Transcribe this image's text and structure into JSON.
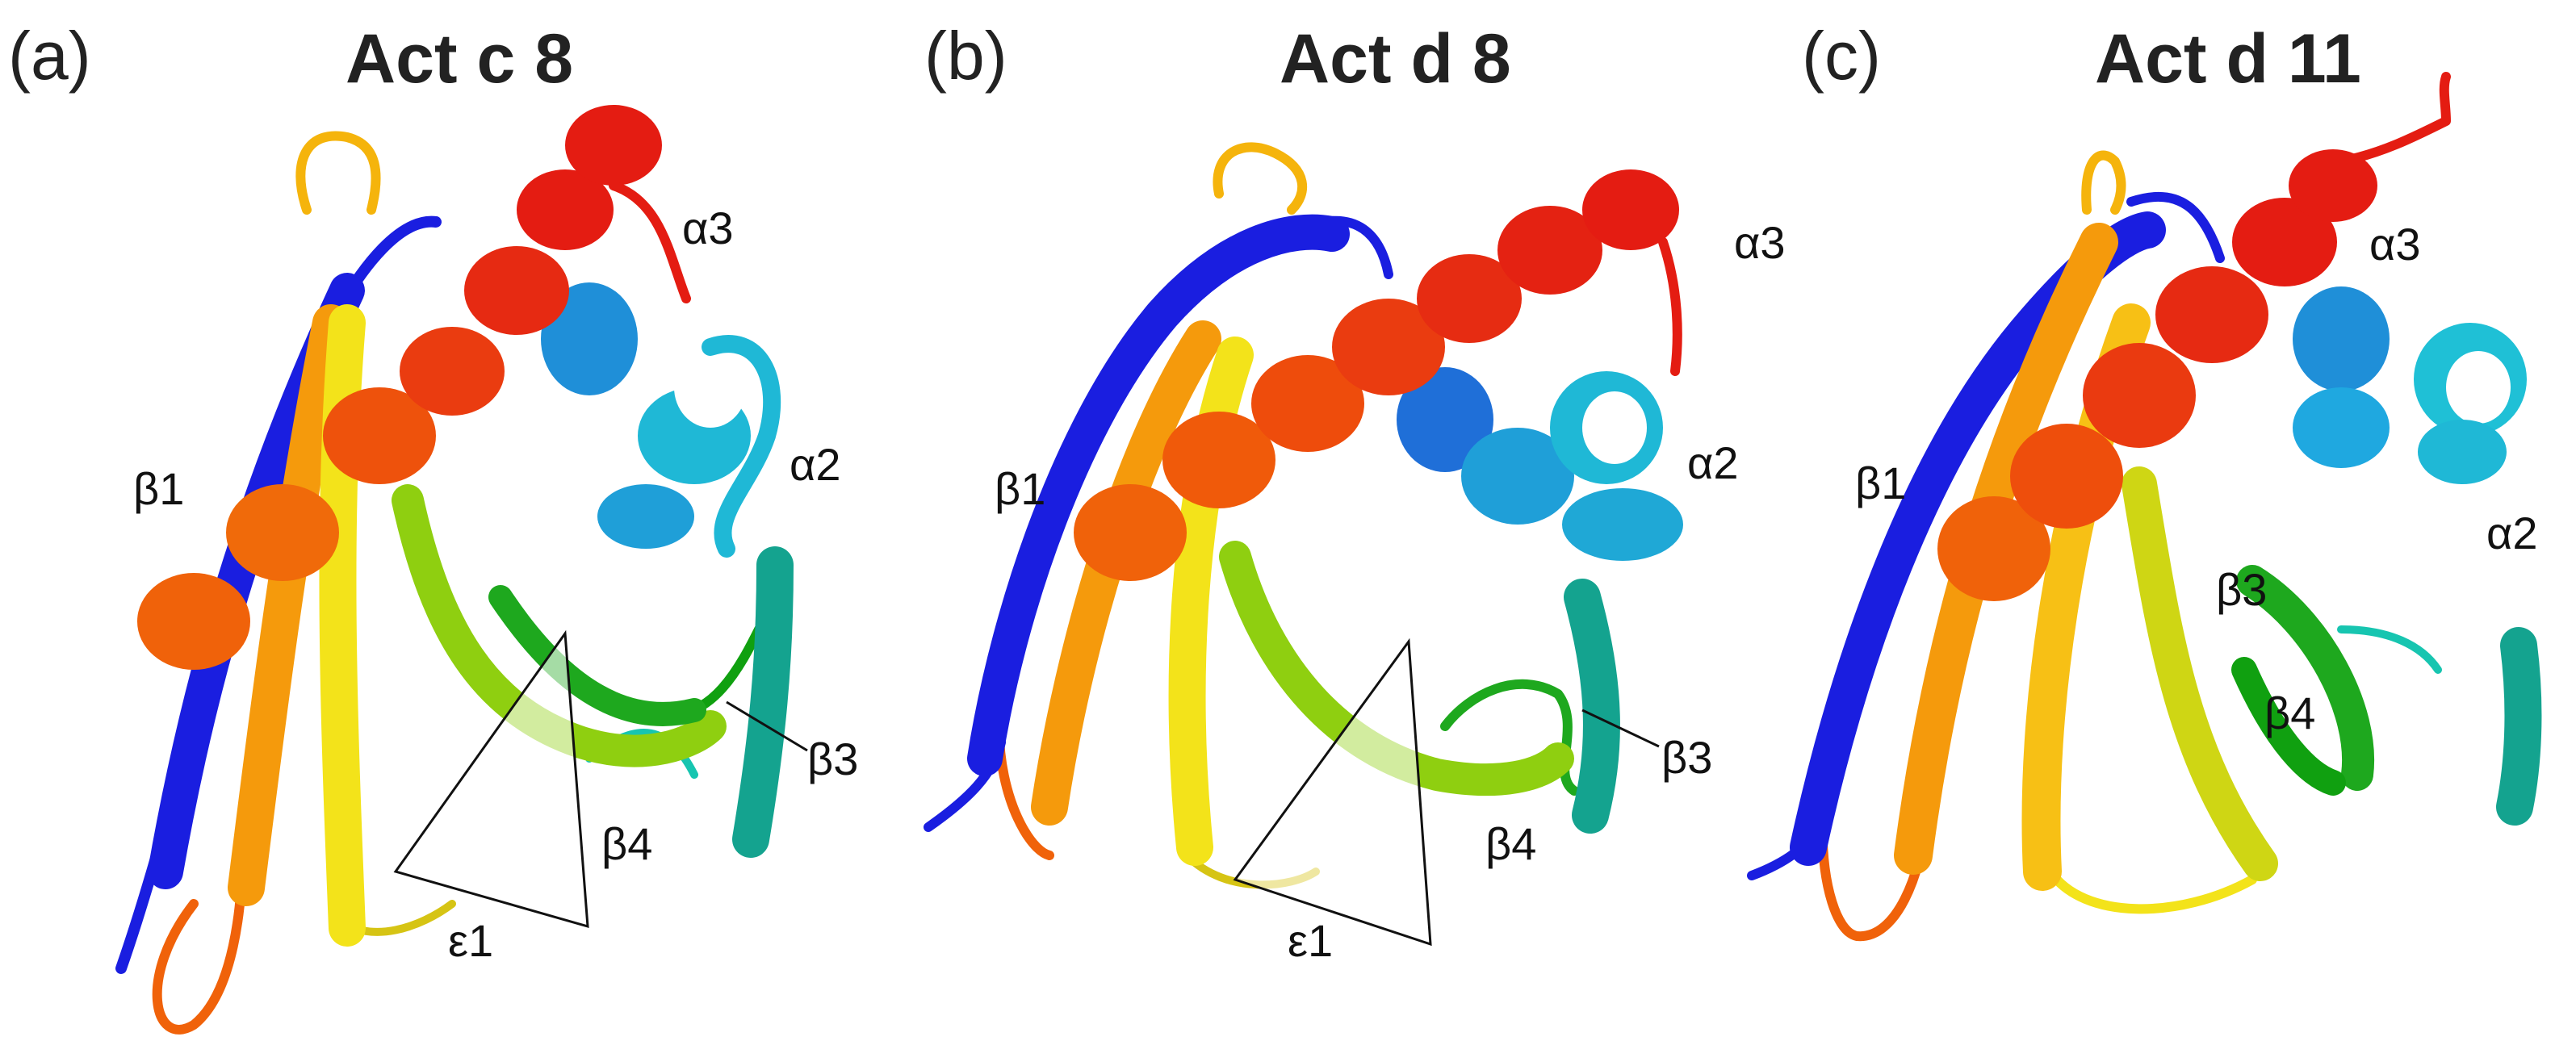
{
  "panels": [
    {
      "letter": "(a)",
      "title": "Act c 8",
      "labels": {
        "b1": "β1",
        "a3": "α3",
        "a2": "α2",
        "b3": "β3",
        "b4": "β4",
        "e1": "ε1"
      }
    },
    {
      "letter": "(b)",
      "title": "Act d 8",
      "labels": {
        "b1": "β1",
        "a3": "α3",
        "a2": "α2",
        "b3": "β3",
        "b4": "β4",
        "e1": "ε1"
      }
    },
    {
      "letter": "(c)",
      "title": "Act d 11",
      "labels": {
        "b1": "β1",
        "a3": "α3",
        "a2": "α2",
        "b3": "β3",
        "b4": "β4"
      }
    }
  ],
  "colors": {
    "n_terminus": "#1a1ee0",
    "blue": "#2f6fe8",
    "cyan": "#1fb8d6",
    "teal": "#14a38f",
    "green": "#1ea81e",
    "lime": "#8fcf10",
    "yellow": "#f3e31a",
    "orange": "#f59a0c",
    "dark_orange": "#f0620a",
    "red": "#e41c12"
  }
}
